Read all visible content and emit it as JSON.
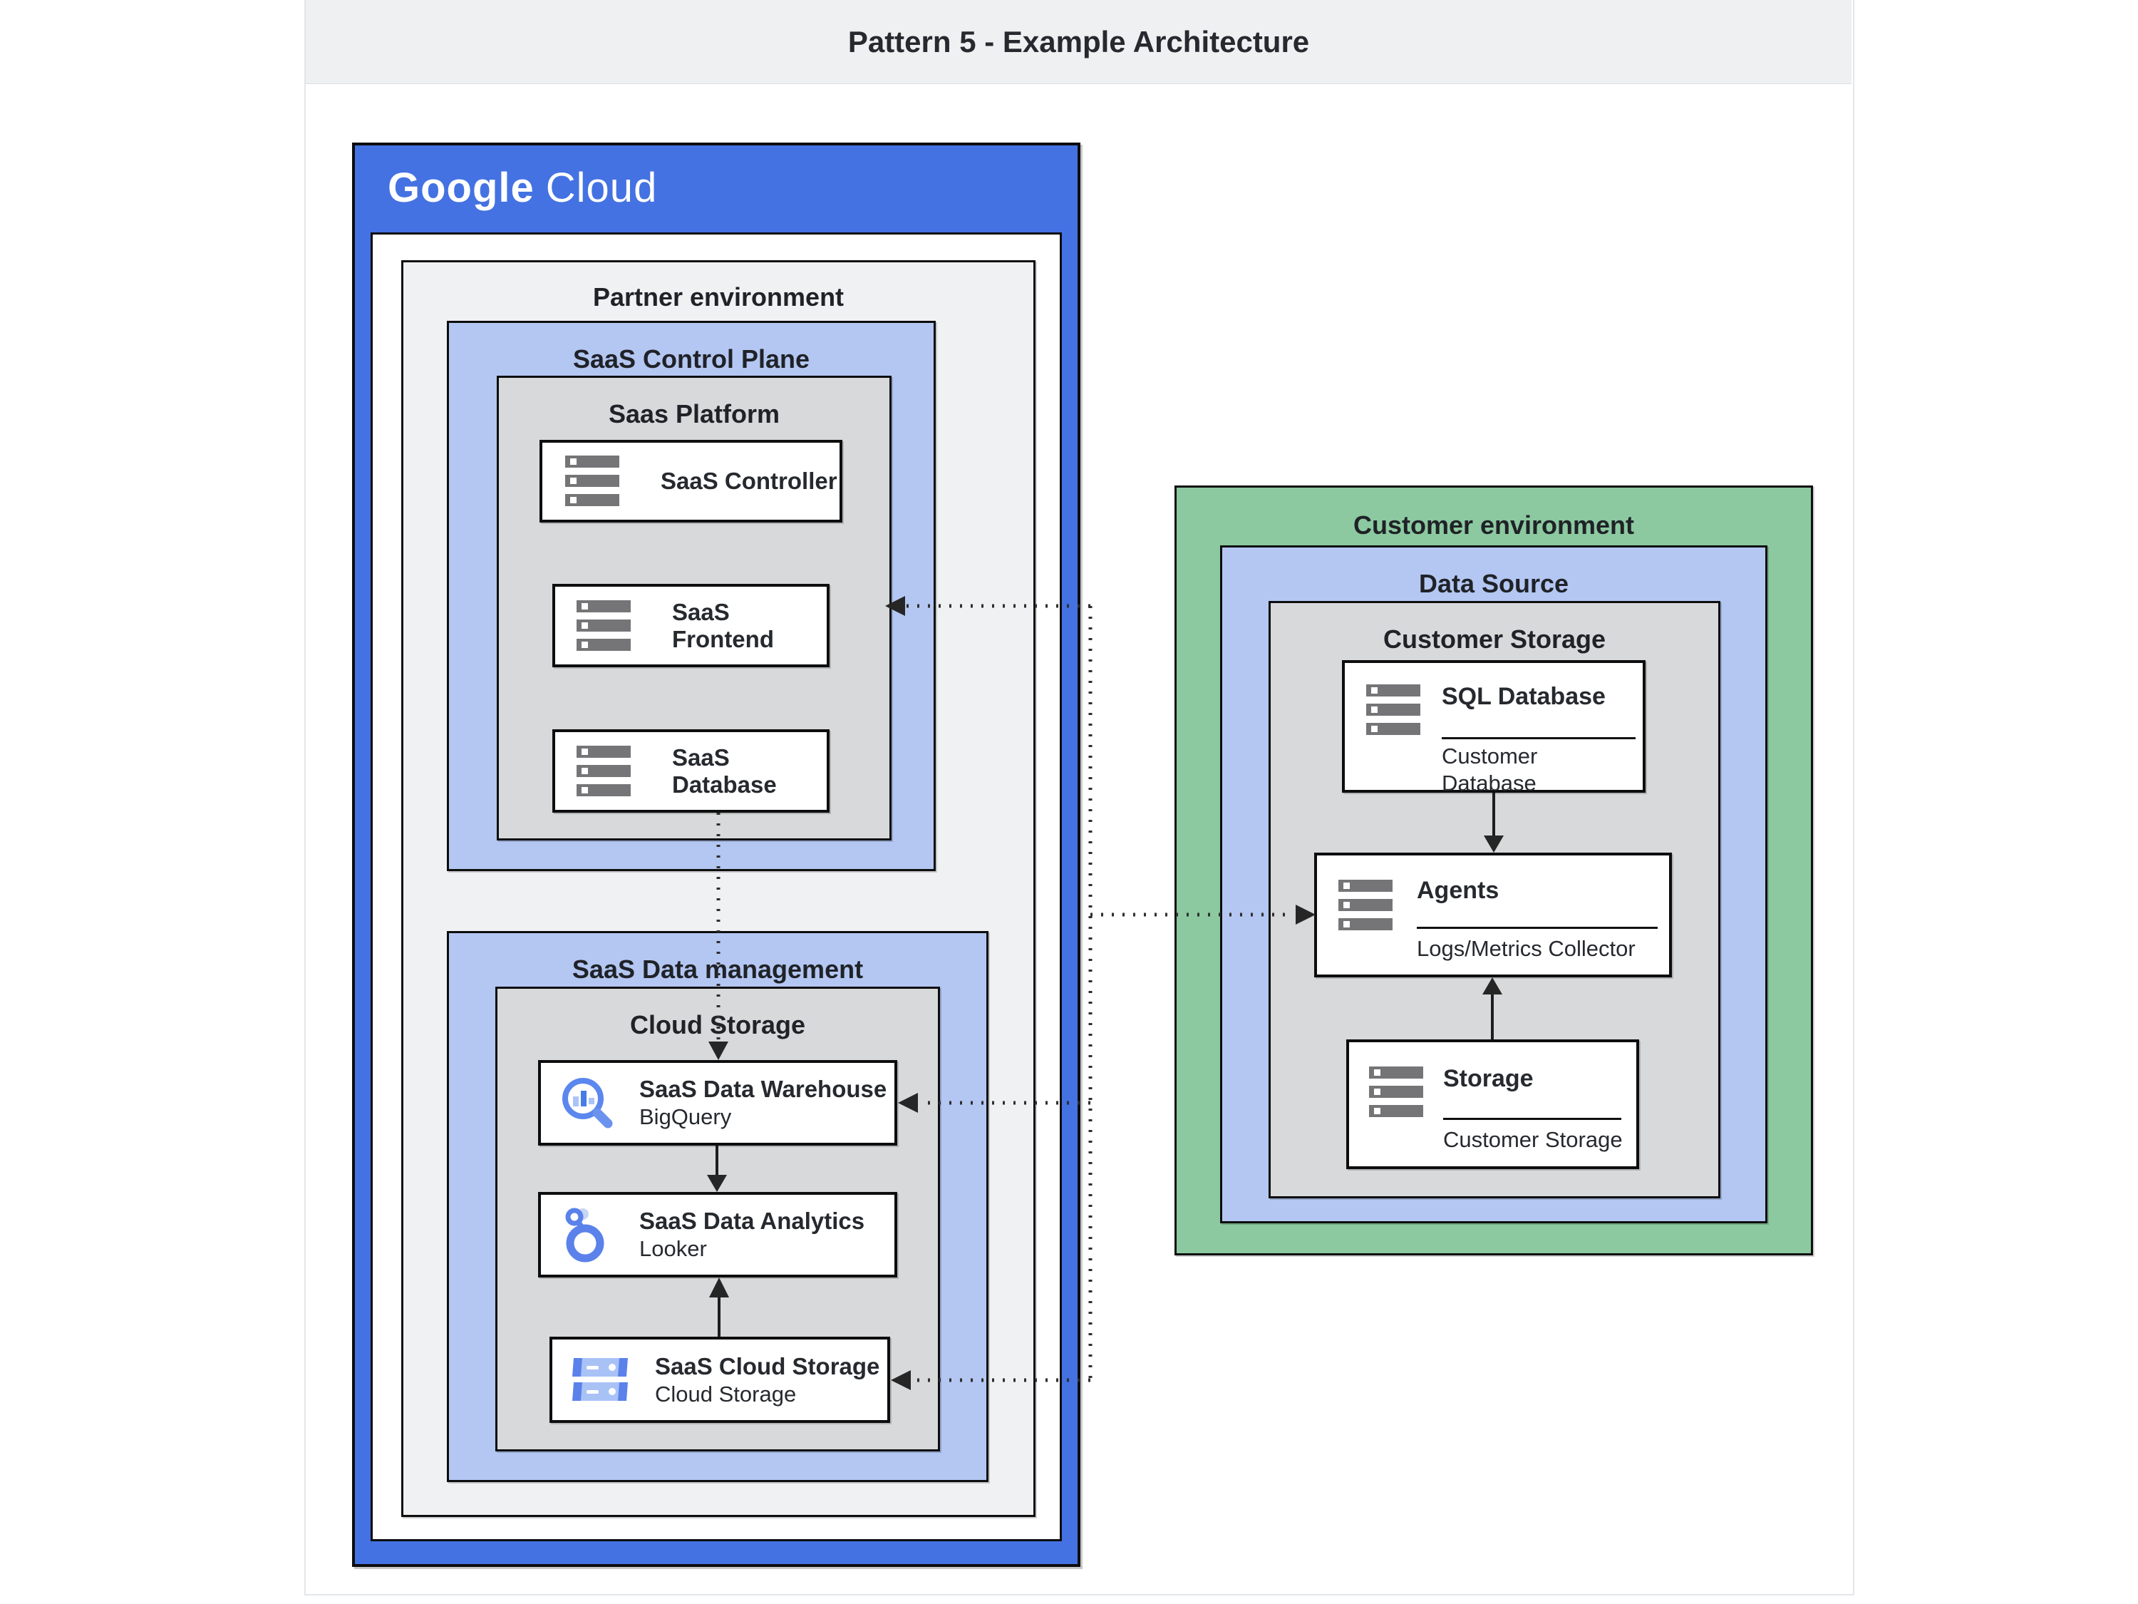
{
  "title": "Pattern 5 - Example Architecture",
  "logo": {
    "google": "Google",
    "cloud": "Cloud"
  },
  "colors": {
    "google_blue": "#4472e2",
    "light_blue_panel": "#b4c7f2",
    "gray_panel": "#d8d9db",
    "light_gray_panel": "#eff1f3",
    "green_panel": "#8cc9a0",
    "banner_gray": "#eef0f2"
  },
  "partner": {
    "label": "Partner environment",
    "control_plane": {
      "label": "SaaS Control Plane",
      "platform": {
        "label": "Saas Platform",
        "controller": "SaaS Controller",
        "frontend": "SaaS Frontend",
        "database": "SaaS Database"
      }
    },
    "data_management": {
      "label": "SaaS Data management",
      "storage_panel": {
        "label": "Cloud Storage",
        "warehouse": {
          "title": "SaaS Data Warehouse",
          "product": "BigQuery"
        },
        "analytics": {
          "title": "SaaS Data Analytics",
          "product": "Looker"
        },
        "storage": {
          "title": "SaaS Cloud Storage",
          "product": "Cloud Storage"
        }
      }
    }
  },
  "customer": {
    "label": "Customer environment",
    "data_source": {
      "label": "Data Source",
      "storage_panel": {
        "label": "Customer Storage",
        "sql_database": {
          "title": "SQL Database",
          "subtitle": "Customer Database"
        },
        "agents": {
          "title": "Agents",
          "subtitle": "Logs/Metrics Collector"
        },
        "storage": {
          "title": "Storage",
          "subtitle": "Customer Storage"
        }
      }
    }
  }
}
